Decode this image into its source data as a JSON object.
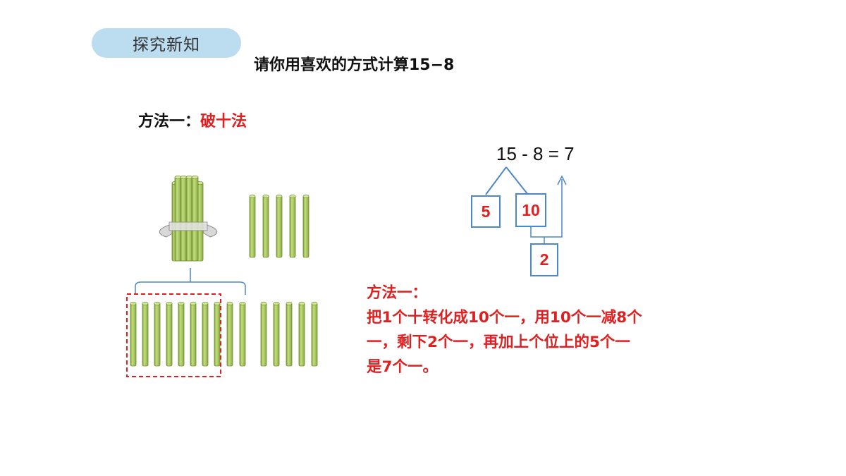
{
  "header": {
    "section_badge": "探究新知",
    "title": "请你用喜欢的方式计算15−8"
  },
  "method_heading": {
    "label": "方法一：",
    "name": "破十法"
  },
  "equation": {
    "text": "15 - 8 = 7",
    "split_left": "5",
    "split_right": "10",
    "intermediate": "2"
  },
  "explanation": {
    "heading": "方法一：",
    "lines": [
      "把1个十转化成10个一，用10个一减8个",
      "一，剩下2个一，再加上个位上的5个一",
      "是7个一。"
    ]
  },
  "counters": {
    "bundle_count": 10,
    "loose_count": 5,
    "unbundled_count": 10,
    "circled_count": 8
  },
  "colors": {
    "accent_red": "#e02020",
    "box_blue": "#4a88c8",
    "badge_blue": "#bcdcf0",
    "stick_green": "#a6c55a"
  }
}
